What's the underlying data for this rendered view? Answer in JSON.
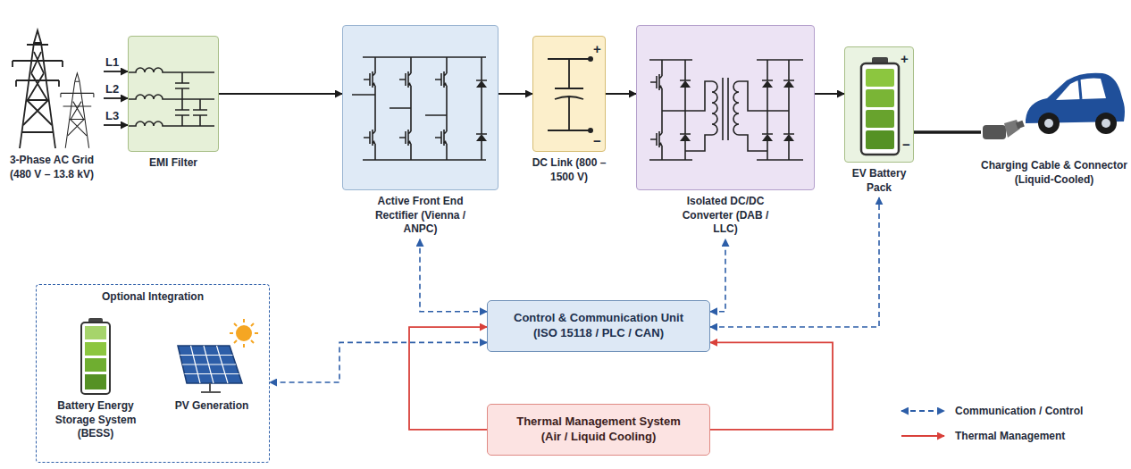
{
  "diagram": {
    "nodes": [
      {
        "text": [
          "3-Phase AC Grid (480 V – 13.8 kV)"
        ]
      },
      {
        "text": [
          "EMI Filter"
        ]
      },
      {
        "text": [
          "Active Front End Rectifier (Vienna / ANPC)"
        ]
      },
      {
        "text": [
          "DC Link (800 – 1500 V)"
        ]
      },
      {
        "text": [
          "Isolated DC/DC Converter (DAB / LLC)"
        ]
      },
      {
        "text": [
          "EV Battery Pack"
        ]
      },
      {
        "text": [
          "Charging Cable & Connector (Liquid-Cooled)"
        ]
      },
      {
        "text": [
          "Optional Integration"
        ]
      },
      {
        "text": [
          "Battery Energy Storage System (BESS)"
        ],
        "in": 7
      },
      {
        "text": [
          "PV Generation"
        ],
        "in": 7
      },
      {
        "text": [
          "Control & Communication Unit",
          "(ISO 15118 / PLC / CAN)"
        ]
      },
      {
        "text": [
          "Thermal Management System",
          "(Air / Liquid Cooling)"
        ]
      }
    ],
    "edges": [
      {
        "from": 0,
        "to": 1,
        "arrow": "to",
        "label": "L1"
      },
      {
        "from": 0,
        "to": 1,
        "arrow": "to",
        "label": "L2"
      },
      {
        "from": 0,
        "to": 1,
        "arrow": "to",
        "label": "L3"
      },
      {
        "from": 1,
        "to": 2,
        "arrow": "to"
      },
      {
        "from": 2,
        "to": 3,
        "arrow": "to"
      },
      {
        "from": 3,
        "to": 4,
        "arrow": "to"
      },
      {
        "from": 4,
        "to": 5,
        "arrow": "to"
      },
      {
        "from": 5,
        "to": 6,
        "arrow": "none"
      },
      {
        "from": 10,
        "to": 2,
        "arrow": "both"
      },
      {
        "from": 10,
        "to": 4,
        "arrow": "both"
      },
      {
        "from": 10,
        "to": 5,
        "arrow": "both"
      },
      {
        "from": 10,
        "to": 7,
        "arrow": "both"
      },
      {
        "from": 11,
        "to": 10,
        "arrow": "to"
      },
      {
        "from": 11,
        "to": 10,
        "arrow": "to"
      }
    ],
    "labels": [
      "+",
      "−",
      "+",
      "−"
    ],
    "legend": [
      {
        "text": "Communication / Control"
      },
      {
        "text": "Thermal Management"
      }
    ]
  }
}
